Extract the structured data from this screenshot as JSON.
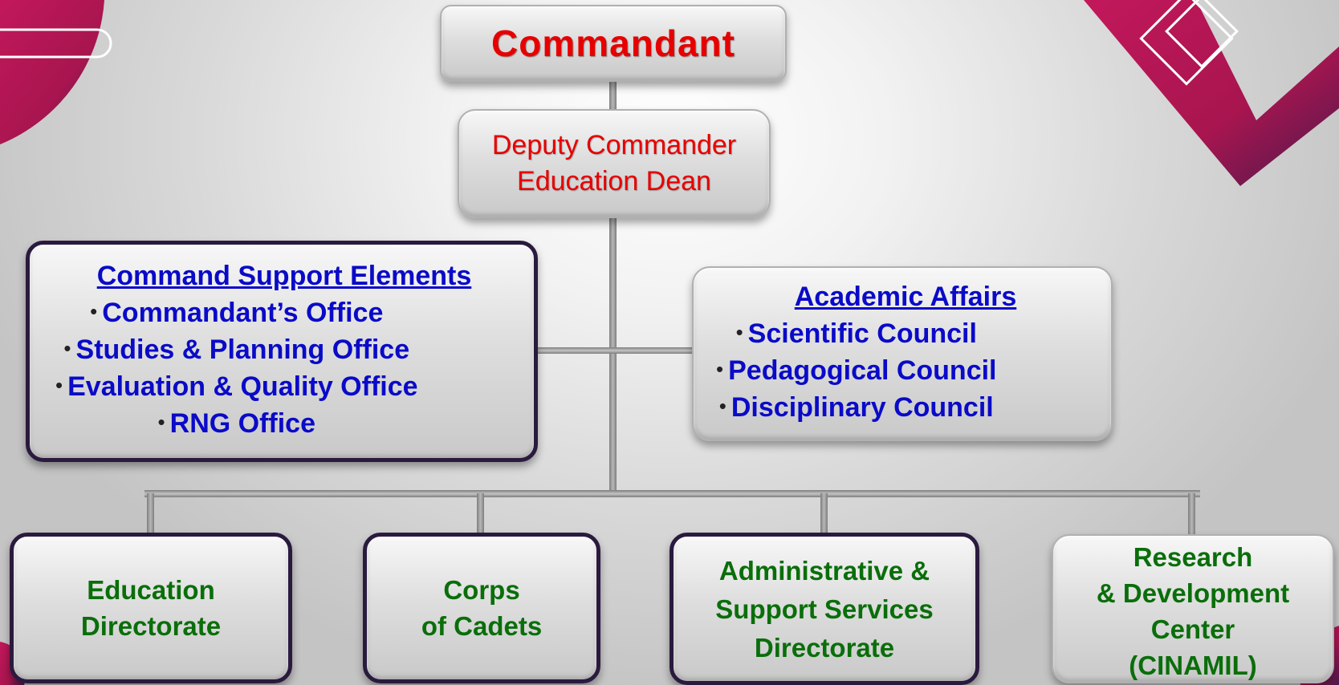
{
  "org_chart": {
    "commandant": "Commandant",
    "deputy": {
      "line1": "Deputy Commander",
      "line2": "Education Dean"
    },
    "command_support": {
      "heading": "Command Support Elements",
      "items": [
        "Commandant’s Office",
        "Studies & Planning Office",
        "Evaluation & Quality Office",
        "RNG Office"
      ]
    },
    "academic_affairs": {
      "heading": "Academic Affairs",
      "items": [
        "Scientific Council",
        "Pedagogical Council",
        "Disciplinary Council"
      ]
    },
    "units": [
      {
        "lines": [
          "Education",
          "Directorate"
        ]
      },
      {
        "lines": [
          "Corps",
          "of Cadets"
        ]
      },
      {
        "lines": [
          "Administrative &",
          "Support Services",
          "Directorate"
        ]
      },
      {
        "lines": [
          "Research",
          "& Development",
          "Center",
          "(CINAMIL)"
        ]
      }
    ]
  },
  "colors": {
    "title_red": "#e60000",
    "support_blue": "#0a0ac8",
    "unit_green": "#0a6e0a",
    "accent_crimson": "#b3174e",
    "accent_purple": "#4a1a4e"
  }
}
